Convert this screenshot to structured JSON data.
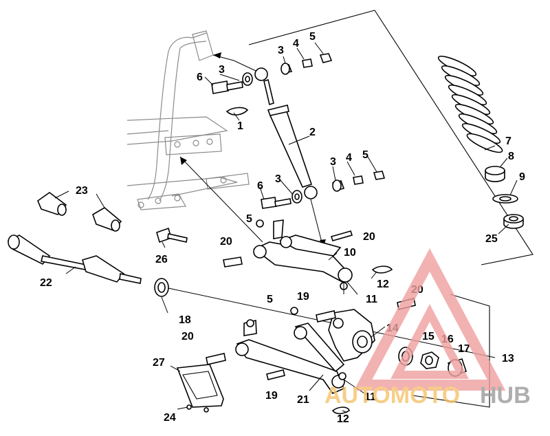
{
  "callouts": [
    {
      "id": "c1",
      "label": "1"
    },
    {
      "id": "c2",
      "label": "2"
    },
    {
      "id": "c3a",
      "label": "3"
    },
    {
      "id": "c3b",
      "label": "3"
    },
    {
      "id": "c3c",
      "label": "3"
    },
    {
      "id": "c3d",
      "label": "3"
    },
    {
      "id": "c4a",
      "label": "4"
    },
    {
      "id": "c4b",
      "label": "4"
    },
    {
      "id": "c5a",
      "label": "5"
    },
    {
      "id": "c5b",
      "label": "5"
    },
    {
      "id": "c5c",
      "label": "5"
    },
    {
      "id": "c5d",
      "label": "5"
    },
    {
      "id": "c6a",
      "label": "6"
    },
    {
      "id": "c6b",
      "label": "6"
    },
    {
      "id": "c7",
      "label": "7"
    },
    {
      "id": "c8",
      "label": "8"
    },
    {
      "id": "c9",
      "label": "9"
    },
    {
      "id": "c10",
      "label": "10"
    },
    {
      "id": "c11a",
      "label": "11"
    },
    {
      "id": "c11b",
      "label": "11"
    },
    {
      "id": "c12a",
      "label": "12"
    },
    {
      "id": "c12b",
      "label": "12"
    },
    {
      "id": "c13",
      "label": "13"
    },
    {
      "id": "c14",
      "label": "14"
    },
    {
      "id": "c15",
      "label": "15"
    },
    {
      "id": "c16",
      "label": "16"
    },
    {
      "id": "c17",
      "label": "17"
    },
    {
      "id": "c18",
      "label": "18"
    },
    {
      "id": "c19a",
      "label": "19"
    },
    {
      "id": "c19b",
      "label": "19"
    },
    {
      "id": "c20a",
      "label": "20"
    },
    {
      "id": "c20b",
      "label": "20"
    },
    {
      "id": "c20c",
      "label": "20"
    },
    {
      "id": "c20d",
      "label": "20"
    },
    {
      "id": "c21",
      "label": "21"
    },
    {
      "id": "c22",
      "label": "22"
    },
    {
      "id": "c23",
      "label": "23"
    },
    {
      "id": "c24",
      "label": "24"
    },
    {
      "id": "c25",
      "label": "25"
    },
    {
      "id": "c26",
      "label": "26"
    },
    {
      "id": "c27",
      "label": "27"
    }
  ],
  "watermark": {
    "text_part1": "AUTOMOTO",
    "text_part2": "HUB",
    "color_primary": "#f0a0a0",
    "color_secondary": "#9a9a9a",
    "color_accent": "#f5c36a"
  }
}
